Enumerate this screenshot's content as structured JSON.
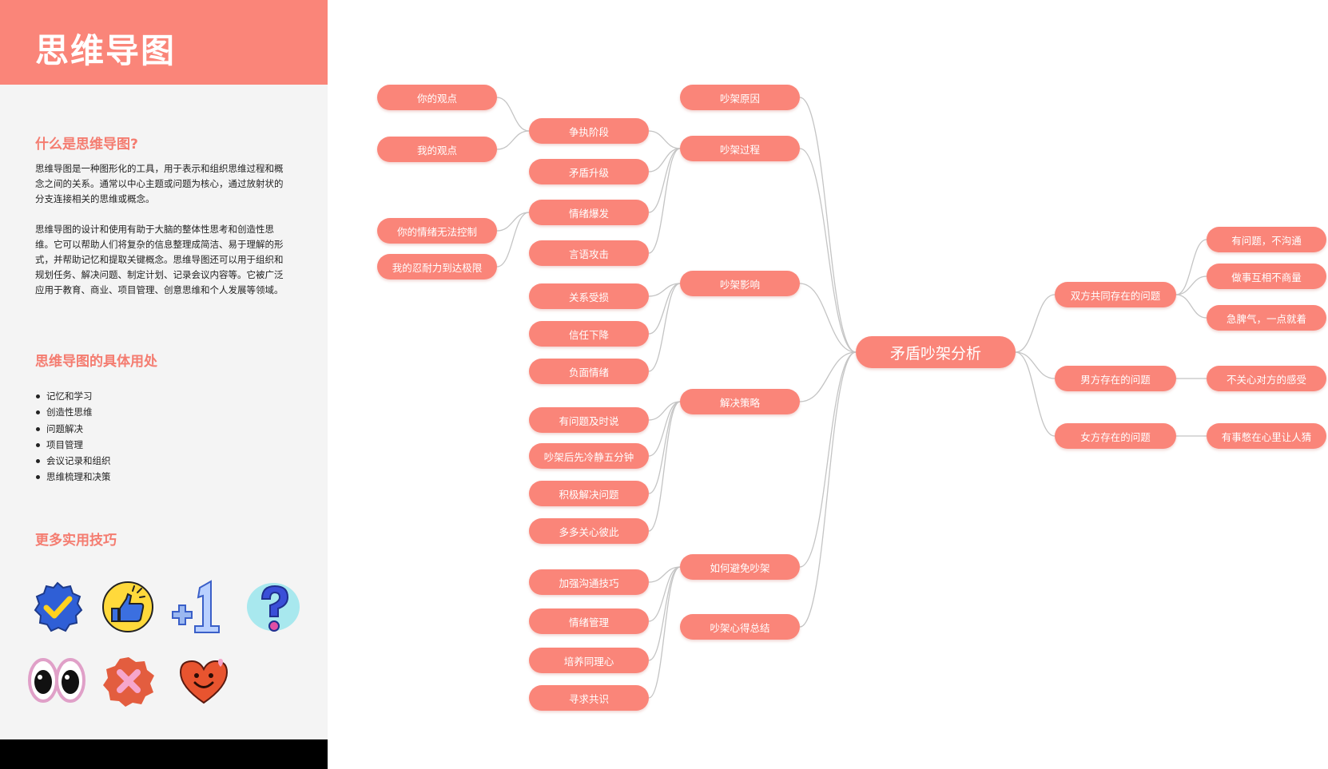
{
  "sidebar": {
    "title": "思维导图",
    "section_what": {
      "heading": "什么是思维导图?",
      "paragraph_1": "思维导图是一种图形化的工具，用于表示和组织思维过程和概念之间的关系。通常以中心主题或问题为核心，通过放射状的分支连接相关的思维或概念。",
      "paragraph_2": "思维导图的设计和使用有助于大脑的整体性思考和创造性思维。它可以帮助人们将复杂的信息整理成简洁、易于理解的形式，并帮助记忆和提取关键概念。思维导图还可以用于组织和规划任务、解决问题、制定计划、记录会议内容等。它被广泛应用于教育、商业、项目管理、创意思维和个人发展等领域。"
    },
    "section_uses": {
      "heading": "思维导图的具体用处",
      "items": [
        "记忆和学习",
        "创造性思维",
        "问题解决",
        "项目管理",
        "会议记录和组织",
        "思维梳理和决策"
      ]
    },
    "section_tips": {
      "heading": "更多实用技巧",
      "stickers": [
        "check-badge-icon",
        "thumbs-up-icon",
        "plus-one-icon",
        "question-mark-icon",
        "eyes-icon",
        "x-mark-icon",
        "smiling-heart-icon"
      ]
    }
  },
  "colors": {
    "accent": "#fa8579",
    "heading": "#f47c70",
    "panel_bg": "#f4f4f4",
    "connector": "#c4c4c4"
  },
  "mindmap": {
    "root": "矛盾吵架分析",
    "left_branches": [
      {
        "label": "吵架原因",
        "children": []
      },
      {
        "label": "吵架过程",
        "children": [
          {
            "label": "争执阶段",
            "children": [
              "你的观点",
              "我的观点"
            ]
          },
          {
            "label": "矛盾升级",
            "children": []
          },
          {
            "label": "情绪爆发",
            "children": [
              "你的情绪无法控制",
              "我的忍耐力到达极限"
            ]
          },
          {
            "label": "言语攻击",
            "children": []
          }
        ]
      },
      {
        "label": "吵架影响",
        "children": [
          {
            "label": "关系受损",
            "children": []
          },
          {
            "label": "信任下降",
            "children": []
          },
          {
            "label": "负面情绪",
            "children": []
          }
        ]
      },
      {
        "label": "解决策略",
        "children": [
          {
            "label": "有问题及时说",
            "children": []
          },
          {
            "label": "吵架后先冷静五分钟",
            "children": []
          },
          {
            "label": "积极解决问题",
            "children": []
          },
          {
            "label": "多多关心彼此",
            "children": []
          }
        ]
      },
      {
        "label": "如何避免吵架",
        "children": [
          {
            "label": "加强沟通技巧",
            "children": []
          },
          {
            "label": "情绪管理",
            "children": []
          },
          {
            "label": "培养同理心",
            "children": []
          },
          {
            "label": "寻求共识",
            "children": []
          }
        ]
      },
      {
        "label": "吵架心得总结",
        "children": []
      }
    ],
    "right_branches": [
      {
        "label": "双方共同存在的问题",
        "children": [
          "有问题，不沟通",
          "做事互相不商量",
          "急脾气，一点就着"
        ]
      },
      {
        "label": "男方存在的问题",
        "children": [
          "不关心对方的感受"
        ]
      },
      {
        "label": "女方存在的问题",
        "children": [
          "有事憋在心里让人猜"
        ]
      }
    ]
  }
}
